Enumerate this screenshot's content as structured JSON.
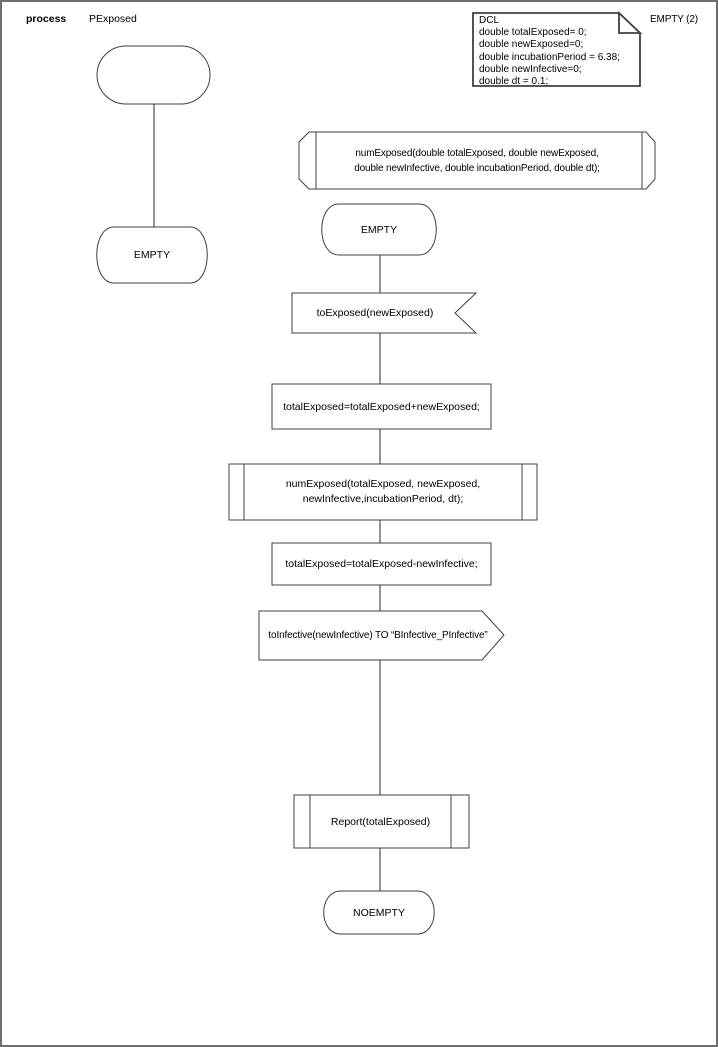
{
  "page": {
    "kind_label": "process",
    "process_name": "PExposed",
    "corner_label": "EMPTY (2)"
  },
  "declaration_note": {
    "lines": [
      "DCL",
      "double totalExposed= 0;",
      "double newExposed=0;",
      "double incubationPeriod = 6.38;",
      "double newInfective=0;",
      "double dt = 0.1;"
    ]
  },
  "nodes": {
    "procedure_declaration": {
      "line1": "numExposed(double totalExposed, double newExposed,",
      "line2": "double newInfective, double incubationPeriod, double dt);"
    },
    "state_empty_left": {
      "label": "EMPTY"
    },
    "state_empty_main": {
      "label": "EMPTY"
    },
    "input_signal": {
      "label": "toExposed(newExposed)"
    },
    "task_add": {
      "label": "totalExposed=totalExposed+newExposed;"
    },
    "procedure_call": {
      "line1": "numExposed(totalExposed, newExposed,",
      "line2": "newInfective,incubationPeriod, dt);"
    },
    "task_subtract": {
      "label": "totalExposed=totalExposed-newInfective;"
    },
    "output_signal": {
      "label": "toInfective(newInfective) TO “BInfective_PInfective”"
    },
    "procedure_report": {
      "label": "Report(totalExposed)"
    },
    "state_noempty": {
      "label": "NOEMPTY"
    }
  },
  "colors": {
    "shape_stroke": "#404040",
    "connector": "#4d4d4d",
    "page_border": "#6f6f6f"
  }
}
